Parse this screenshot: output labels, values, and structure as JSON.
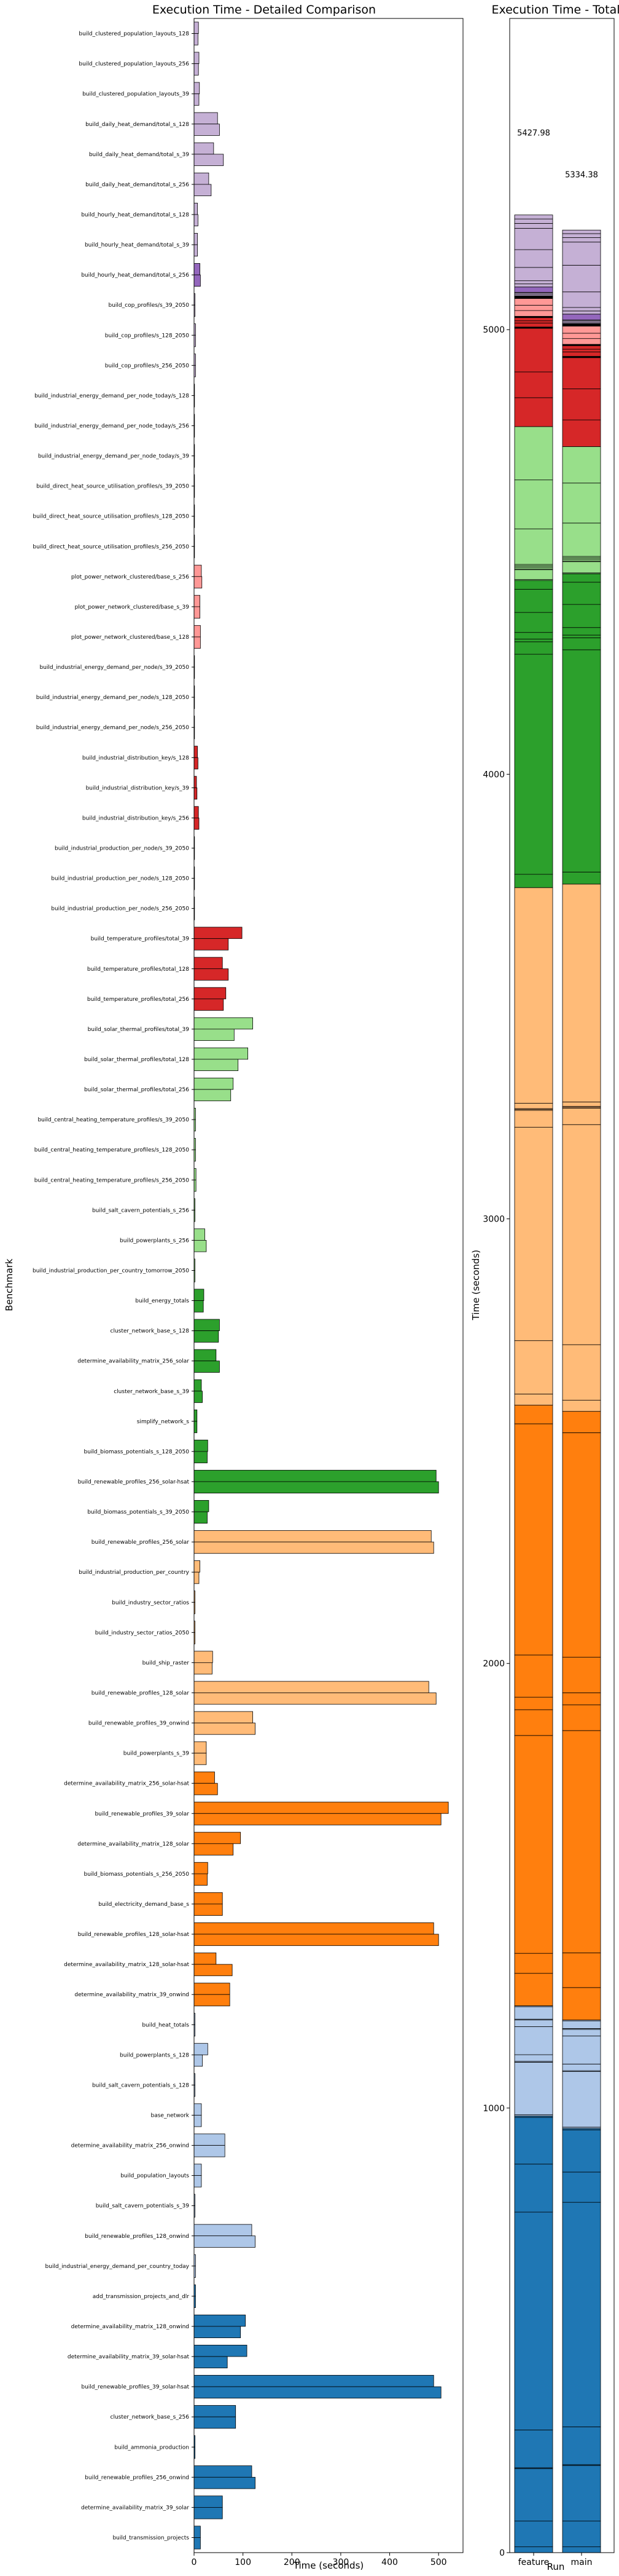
{
  "chart_data": [
    {
      "type": "bar",
      "orientation": "horizontal",
      "title": "Execution Time - Detailed Comparison",
      "xlabel": "Time (seconds)",
      "ylabel": "Benchmark",
      "xlim": [
        0,
        550
      ],
      "xticks": [
        0,
        100,
        200,
        300,
        400,
        500
      ],
      "series_names": [
        "feature",
        "main"
      ],
      "categories": [
        {
          "label": "build_clustered_population_layouts_128",
          "color": "#c5b0d5",
          "values": [
            9,
            8
          ]
        },
        {
          "label": "build_clustered_population_layouts_256",
          "color": "#c5b0d5",
          "values": [
            10,
            9
          ]
        },
        {
          "label": "build_clustered_population_layouts_39",
          "color": "#c5b0d5",
          "values": [
            11,
            10
          ]
        },
        {
          "label": "build_daily_heat_demand/total_s_128",
          "color": "#c5b0d5",
          "values": [
            48,
            52
          ]
        },
        {
          "label": "build_daily_heat_demand/total_s_39",
          "color": "#c5b0d5",
          "values": [
            40,
            60
          ]
        },
        {
          "label": "build_daily_heat_demand/total_s_256",
          "color": "#c5b0d5",
          "values": [
            30,
            35
          ]
        },
        {
          "label": "build_hourly_heat_demand/total_s_128",
          "color": "#c5b0d5",
          "values": [
            7,
            8
          ]
        },
        {
          "label": "build_hourly_heat_demand/total_s_39",
          "color": "#c5b0d5",
          "values": [
            7,
            7
          ]
        },
        {
          "label": "build_hourly_heat_demand/total_s_256",
          "color": "#9467bd",
          "values": [
            12,
            13
          ]
        },
        {
          "label": "build_cop_profiles/s_39_2050",
          "color": "#c5b0d5",
          "values": [
            2,
            2
          ]
        },
        {
          "label": "build_cop_profiles/s_128_2050",
          "color": "#c5b0d5",
          "values": [
            3,
            3
          ]
        },
        {
          "label": "build_cop_profiles/s_256_2050",
          "color": "#c5b0d5",
          "values": [
            3,
            3
          ]
        },
        {
          "label": "build_industrial_energy_demand_per_node_today/s_128",
          "color": "#c5b0d5",
          "values": [
            1,
            1
          ]
        },
        {
          "label": "build_industrial_energy_demand_per_node_today/s_256",
          "color": "#c5b0d5",
          "values": [
            1,
            1
          ]
        },
        {
          "label": "build_industrial_energy_demand_per_node_today/s_39",
          "color": "#c5b0d5",
          "values": [
            1,
            1
          ]
        },
        {
          "label": "build_direct_heat_source_utilisation_profiles/s_39_2050",
          "color": "#c5b0d5",
          "values": [
            1,
            1
          ]
        },
        {
          "label": "build_direct_heat_source_utilisation_profiles/s_128_2050",
          "color": "#c5b0d5",
          "values": [
            1,
            1
          ]
        },
        {
          "label": "build_direct_heat_source_utilisation_profiles/s_256_2050",
          "color": "#c5b0d5",
          "values": [
            1,
            1
          ]
        },
        {
          "label": "plot_power_network_clustered/base_s_256",
          "color": "#ff9896",
          "values": [
            15,
            16
          ]
        },
        {
          "label": "plot_power_network_clustered/base_s_39",
          "color": "#ff9896",
          "values": [
            12,
            12
          ]
        },
        {
          "label": "plot_power_network_clustered/base_s_128",
          "color": "#ff9896",
          "values": [
            13,
            13
          ]
        },
        {
          "label": "build_industrial_energy_demand_per_node/s_39_2050",
          "color": "#ff9896",
          "values": [
            1,
            1
          ]
        },
        {
          "label": "build_industrial_energy_demand_per_node/s_128_2050",
          "color": "#ff9896",
          "values": [
            1,
            1
          ]
        },
        {
          "label": "build_industrial_energy_demand_per_node/s_256_2050",
          "color": "#ff9896",
          "values": [
            1,
            1
          ]
        },
        {
          "label": "build_industrial_distribution_key/s_128",
          "color": "#d62728",
          "values": [
            7,
            8
          ]
        },
        {
          "label": "build_industrial_distribution_key/s_39",
          "color": "#d62728",
          "values": [
            5,
            6
          ]
        },
        {
          "label": "build_industrial_distribution_key/s_256",
          "color": "#d62728",
          "values": [
            9,
            10
          ]
        },
        {
          "label": "build_industrial_production_per_node/s_39_2050",
          "color": "#d62728",
          "values": [
            1,
            1
          ]
        },
        {
          "label": "build_industrial_production_per_node/s_128_2050",
          "color": "#d62728",
          "values": [
            1,
            1
          ]
        },
        {
          "label": "build_industrial_production_per_node/s_256_2050",
          "color": "#d62728",
          "values": [
            1,
            1
          ]
        },
        {
          "label": "build_temperature_profiles/total_39",
          "color": "#d62728",
          "values": [
            98,
            70
          ]
        },
        {
          "label": "build_temperature_profiles/total_128",
          "color": "#d62728",
          "values": [
            58,
            70
          ]
        },
        {
          "label": "build_temperature_profiles/total_256",
          "color": "#d62728",
          "values": [
            65,
            60
          ]
        },
        {
          "label": "build_solar_thermal_profiles/total_39",
          "color": "#98df8a",
          "values": [
            120,
            82
          ]
        },
        {
          "label": "build_solar_thermal_profiles/total_128",
          "color": "#98df8a",
          "values": [
            110,
            90
          ]
        },
        {
          "label": "build_solar_thermal_profiles/total_256",
          "color": "#98df8a",
          "values": [
            80,
            75
          ]
        },
        {
          "label": "build_central_heating_temperature_profiles/s_39_2050",
          "color": "#98df8a",
          "values": [
            3,
            3
          ]
        },
        {
          "label": "build_central_heating_temperature_profiles/s_128_2050",
          "color": "#98df8a",
          "values": [
            3,
            3
          ]
        },
        {
          "label": "build_central_heating_temperature_profiles/s_256_2050",
          "color": "#98df8a",
          "values": [
            4,
            4
          ]
        },
        {
          "label": "build_salt_cavern_potentials_s_256",
          "color": "#98df8a",
          "values": [
            2,
            2
          ]
        },
        {
          "label": "build_powerplants_s_256",
          "color": "#98df8a",
          "values": [
            22,
            25
          ]
        },
        {
          "label": "build_industrial_production_per_country_tomorrow_2050",
          "color": "#98df8a",
          "values": [
            2,
            2
          ]
        },
        {
          "label": "build_energy_totals",
          "color": "#2ca02c",
          "values": [
            20,
            19
          ]
        },
        {
          "label": "cluster_network_base_s_128",
          "color": "#2ca02c",
          "values": [
            52,
            50
          ]
        },
        {
          "label": "determine_availability_matrix_256_solar",
          "color": "#2ca02c",
          "values": [
            45,
            52
          ]
        },
        {
          "label": "cluster_network_base_s_39",
          "color": "#2ca02c",
          "values": [
            15,
            17
          ]
        },
        {
          "label": "simplify_network_s",
          "color": "#2ca02c",
          "values": [
            6,
            6
          ]
        },
        {
          "label": "build_biomass_potentials_s_128_2050",
          "color": "#2ca02c",
          "values": [
            28,
            27
          ]
        },
        {
          "label": "build_renewable_profiles_256_solar-hsat",
          "color": "#2ca02c",
          "values": [
            495,
            500
          ]
        },
        {
          "label": "build_biomass_potentials_s_39_2050",
          "color": "#2ca02c",
          "values": [
            30,
            27
          ]
        },
        {
          "label": "build_renewable_profiles_256_solar",
          "color": "#ffbb78",
          "values": [
            485,
            490
          ]
        },
        {
          "label": "build_industrial_production_per_country",
          "color": "#ffbb78",
          "values": [
            12,
            10
          ]
        },
        {
          "label": "build_industry_sector_ratios",
          "color": "#ffbb78",
          "values": [
            2,
            2
          ]
        },
        {
          "label": "build_industry_sector_ratios_2050",
          "color": "#ffbb78",
          "values": [
            2,
            2
          ]
        },
        {
          "label": "build_ship_raster",
          "color": "#ffbb78",
          "values": [
            38,
            37
          ]
        },
        {
          "label": "build_renewable_profiles_128_solar",
          "color": "#ffbb78",
          "values": [
            480,
            495
          ]
        },
        {
          "label": "build_renewable_profiles_39_onwind",
          "color": "#ffbb78",
          "values": [
            120,
            125
          ]
        },
        {
          "label": "build_powerplants_s_39",
          "color": "#ffbb78",
          "values": [
            25,
            25
          ]
        },
        {
          "label": "determine_availability_matrix_256_solar-hsat",
          "color": "#ff7f0e",
          "values": [
            42,
            48
          ]
        },
        {
          "label": "build_renewable_profiles_39_solar",
          "color": "#ff7f0e",
          "values": [
            520,
            505
          ]
        },
        {
          "label": "determine_availability_matrix_128_solar",
          "color": "#ff7f0e",
          "values": [
            95,
            80
          ]
        },
        {
          "label": "build_biomass_potentials_s_256_2050",
          "color": "#ff7f0e",
          "values": [
            28,
            27
          ]
        },
        {
          "label": "build_electricity_demand_base_s",
          "color": "#ff7f0e",
          "values": [
            58,
            58
          ]
        },
        {
          "label": "build_renewable_profiles_128_solar-hsat",
          "color": "#ff7f0e",
          "values": [
            490,
            500
          ]
        },
        {
          "label": "determine_availability_matrix_128_solar-hsat",
          "color": "#ff7f0e",
          "values": [
            45,
            78
          ]
        },
        {
          "label": "determine_availability_matrix_39_onwind",
          "color": "#ff7f0e",
          "values": [
            73,
            73
          ]
        },
        {
          "label": "build_heat_totals",
          "color": "#aec7e8",
          "values": [
            2,
            2
          ]
        },
        {
          "label": "build_powerplants_s_128",
          "color": "#aec7e8",
          "values": [
            28,
            17
          ]
        },
        {
          "label": "build_salt_cavern_potentials_s_128",
          "color": "#aec7e8",
          "values": [
            2,
            2
          ]
        },
        {
          "label": "base_network",
          "color": "#aec7e8",
          "values": [
            15,
            15
          ]
        },
        {
          "label": "determine_availability_matrix_256_onwind",
          "color": "#aec7e8",
          "values": [
            63,
            63
          ]
        },
        {
          "label": "build_population_layouts",
          "color": "#aec7e8",
          "values": [
            15,
            15
          ]
        },
        {
          "label": "build_salt_cavern_potentials_s_39",
          "color": "#aec7e8",
          "values": [
            2,
            2
          ]
        },
        {
          "label": "build_renewable_profiles_128_onwind",
          "color": "#aec7e8",
          "values": [
            118,
            125
          ]
        },
        {
          "label": "build_industrial_energy_demand_per_country_today",
          "color": "#aec7e8",
          "values": [
            3,
            3
          ]
        },
        {
          "label": "add_transmission_projects_and_dlr",
          "color": "#1f77b4",
          "values": [
            3,
            3
          ]
        },
        {
          "label": "determine_availability_matrix_128_onwind",
          "color": "#1f77b4",
          "values": [
            105,
            95
          ]
        },
        {
          "label": "determine_availability_matrix_39_solar-hsat",
          "color": "#1f77b4",
          "values": [
            108,
            68
          ]
        },
        {
          "label": "build_renewable_profiles_39_solar-hsat",
          "color": "#1f77b4",
          "values": [
            490,
            505
          ]
        },
        {
          "label": "cluster_network_base_s_256",
          "color": "#1f77b4",
          "values": [
            85,
            85
          ]
        },
        {
          "label": "build_ammonia_production",
          "color": "#1f77b4",
          "values": [
            2,
            2
          ]
        },
        {
          "label": "build_renewable_profiles_256_onwind",
          "color": "#1f77b4",
          "values": [
            118,
            125
          ]
        },
        {
          "label": "determine_availability_matrix_39_solar",
          "color": "#1f77b4",
          "values": [
            58,
            58
          ]
        },
        {
          "label": "build_transmission_projects",
          "color": "#1f77b4",
          "values": [
            13,
            13
          ]
        }
      ]
    },
    {
      "type": "stacked_bar",
      "title": "Execution Time - Total",
      "xlabel": "Run",
      "ylabel": "Time (seconds)",
      "categories": [
        "feature",
        "main"
      ],
      "totals": [
        5427.98,
        5334.38
      ],
      "ylim": [
        0,
        5700
      ],
      "yticks": [
        0,
        1000,
        2000,
        3000,
        4000,
        5000
      ]
    }
  ]
}
